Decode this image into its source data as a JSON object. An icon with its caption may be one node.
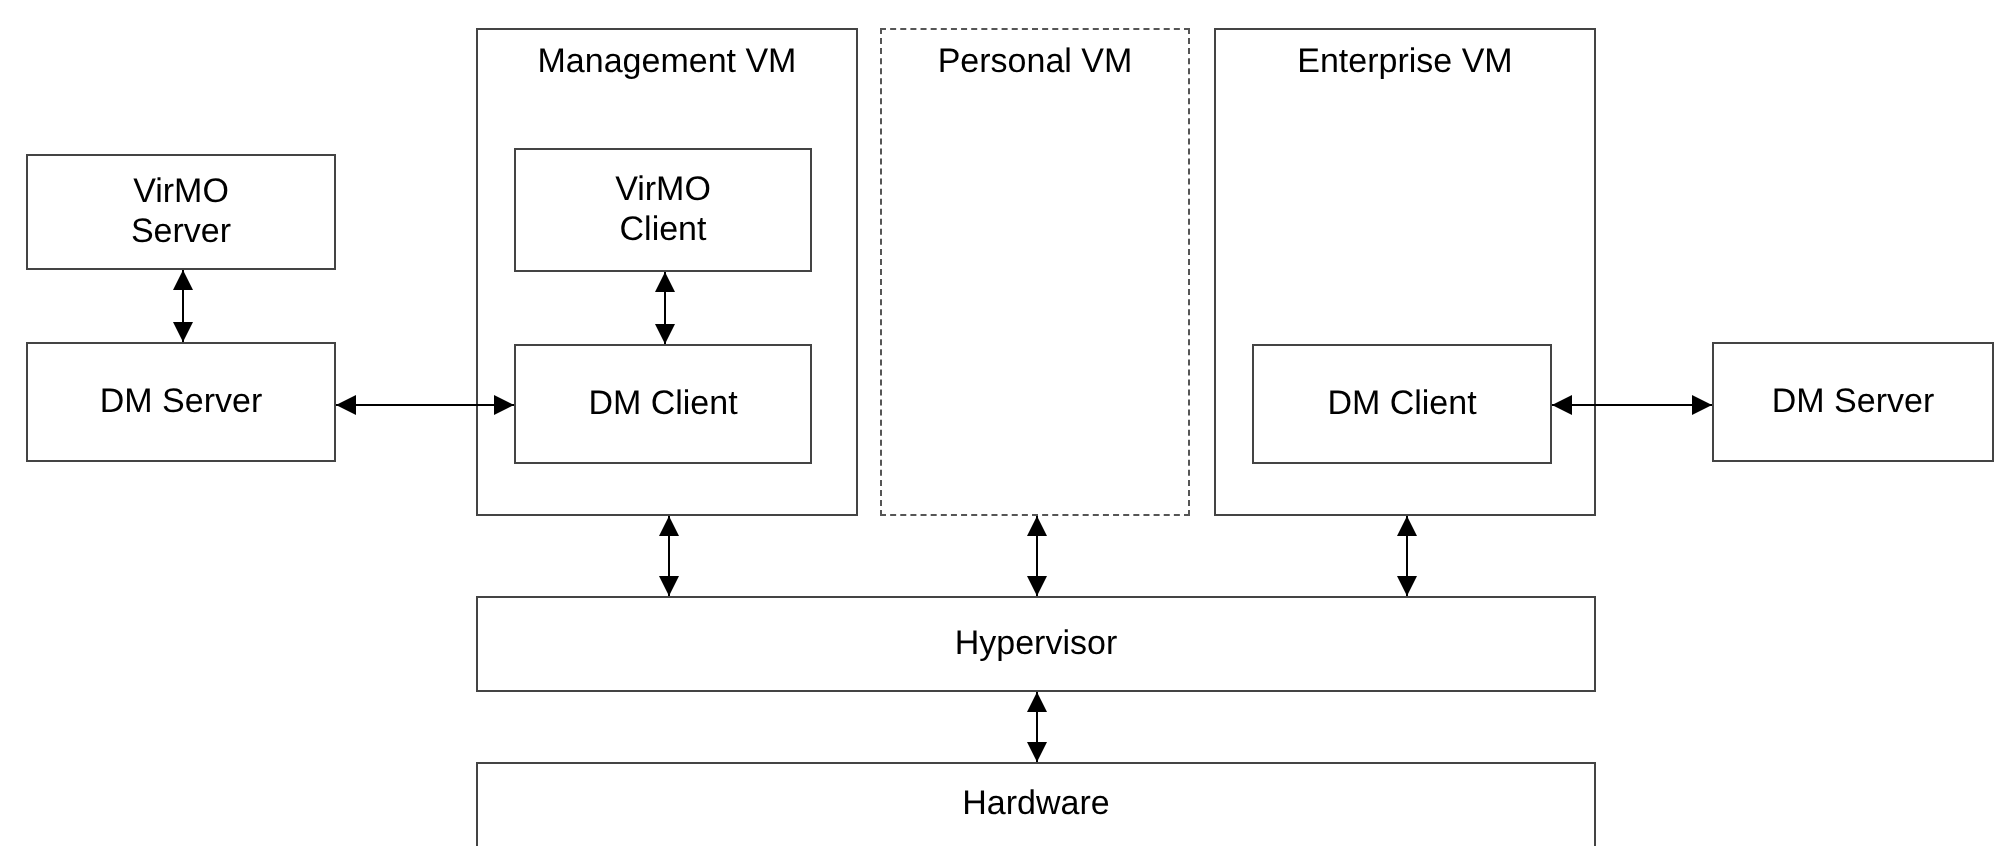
{
  "diagram": {
    "nodes": [
      {
        "text": [
          "VirMO Server"
        ]
      },
      {
        "text": [
          "Management VM"
        ]
      },
      {
        "text": [
          "VirMO Client"
        ],
        "in": 1
      },
      {
        "text": [
          "Personal VM"
        ]
      },
      {
        "text": [
          "Enterprise VM"
        ]
      },
      {
        "text": [
          "DM Server"
        ]
      },
      {
        "text": [
          "DM Client"
        ],
        "in": 1
      },
      {
        "text": [
          "DM Client"
        ],
        "in": 4
      },
      {
        "text": [
          "DM Server"
        ]
      },
      {
        "text": [
          "Hypervisor"
        ]
      },
      {
        "text": [
          "Hardware"
        ]
      }
    ],
    "edges": [
      {
        "from": 0,
        "to": 5,
        "arrow": "both"
      },
      {
        "from": 2,
        "to": 6,
        "arrow": "both"
      },
      {
        "from": 5,
        "to": 6,
        "arrow": "both"
      },
      {
        "from": 7,
        "to": 8,
        "arrow": "both"
      },
      {
        "from": 1,
        "to": 9,
        "arrow": "both"
      },
      {
        "from": 3,
        "to": 9,
        "arrow": "both"
      },
      {
        "from": 4,
        "to": 9,
        "arrow": "both"
      },
      {
        "from": 9,
        "to": 10,
        "arrow": "both"
      }
    ]
  }
}
